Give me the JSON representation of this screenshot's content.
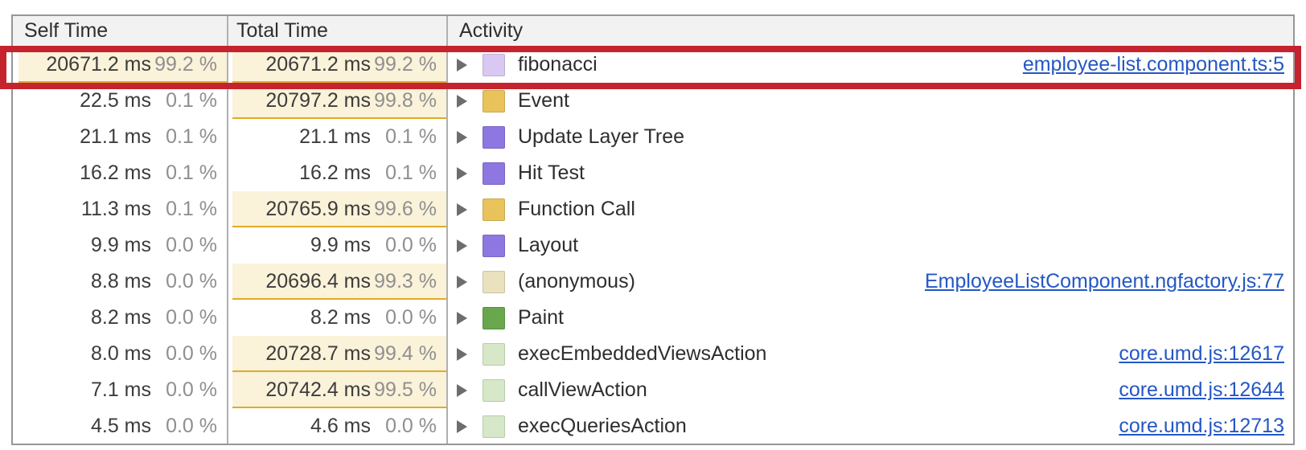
{
  "header": {
    "self_time": "Self Time",
    "total_time": "Total Time",
    "activity": "Activity"
  },
  "colors": {
    "highlight_bg": "#faf2d9",
    "highlight_underline": "#e2aa26",
    "red_annotation_box": "#c5232d",
    "link": "#2457c5",
    "header_bg": "#f2f2f2",
    "icons": {
      "js-frame": "#d9c9f2",
      "scripting": "#e9c25c",
      "rendering": "#8e77e0",
      "painting": "#69a74e",
      "anonymous-frame": "#eae1be",
      "js-frame-green": "#d6e8c7"
    }
  },
  "rows": [
    {
      "self": "20671.2 ms",
      "self_pct": "99.2 %",
      "self_hl": true,
      "total": "20671.2 ms",
      "total_pct": "99.2 %",
      "total_hl": true,
      "label": "fibonacci",
      "icon": "js-frame",
      "patterned": true,
      "link": "employee-list.component.ts:5"
    },
    {
      "self": "22.5 ms",
      "self_pct": "0.1 %",
      "self_hl": false,
      "total": "20797.2 ms",
      "total_pct": "99.8 %",
      "total_hl": true,
      "label": "Event",
      "icon": "scripting",
      "patterned": true,
      "link": ""
    },
    {
      "self": "21.1 ms",
      "self_pct": "0.1 %",
      "self_hl": false,
      "total": "21.1 ms",
      "total_pct": "0.1 %",
      "total_hl": false,
      "label": "Update Layer Tree",
      "icon": "rendering",
      "patterned": false,
      "link": ""
    },
    {
      "self": "16.2 ms",
      "self_pct": "0.1 %",
      "self_hl": false,
      "total": "16.2 ms",
      "total_pct": "0.1 %",
      "total_hl": false,
      "label": "Hit Test",
      "icon": "rendering",
      "patterned": false,
      "link": ""
    },
    {
      "self": "11.3 ms",
      "self_pct": "0.1 %",
      "self_hl": false,
      "total": "20765.9 ms",
      "total_pct": "99.6 %",
      "total_hl": true,
      "label": "Function Call",
      "icon": "scripting",
      "patterned": true,
      "link": ""
    },
    {
      "self": "9.9 ms",
      "self_pct": "0.0 %",
      "self_hl": false,
      "total": "9.9 ms",
      "total_pct": "0.0 %",
      "total_hl": false,
      "label": "Layout",
      "icon": "rendering",
      "patterned": false,
      "link": ""
    },
    {
      "self": "8.8 ms",
      "self_pct": "0.0 %",
      "self_hl": false,
      "total": "20696.4 ms",
      "total_pct": "99.3 %",
      "total_hl": true,
      "label": "(anonymous)",
      "icon": "anonymous-frame",
      "patterned": true,
      "link": "EmployeeListComponent.ngfactory.js:77"
    },
    {
      "self": "8.2 ms",
      "self_pct": "0.0 %",
      "self_hl": false,
      "total": "8.2 ms",
      "total_pct": "0.0 %",
      "total_hl": false,
      "label": "Paint",
      "icon": "painting",
      "patterned": false,
      "link": ""
    },
    {
      "self": "8.0 ms",
      "self_pct": "0.0 %",
      "self_hl": false,
      "total": "20728.7 ms",
      "total_pct": "99.4 %",
      "total_hl": true,
      "label": "execEmbeddedViewsAction",
      "icon": "js-frame-green",
      "patterned": true,
      "link": "core.umd.js:12617"
    },
    {
      "self": "7.1 ms",
      "self_pct": "0.0 %",
      "self_hl": false,
      "total": "20742.4 ms",
      "total_pct": "99.5 %",
      "total_hl": true,
      "label": "callViewAction",
      "icon": "js-frame-green",
      "patterned": true,
      "link": "core.umd.js:12644"
    },
    {
      "self": "4.5 ms",
      "self_pct": "0.0 %",
      "self_hl": false,
      "total": "4.6 ms",
      "total_pct": "0.0 %",
      "total_hl": false,
      "label": "execQueriesAction",
      "icon": "js-frame-green",
      "patterned": true,
      "link": "core.umd.js:12713"
    }
  ]
}
